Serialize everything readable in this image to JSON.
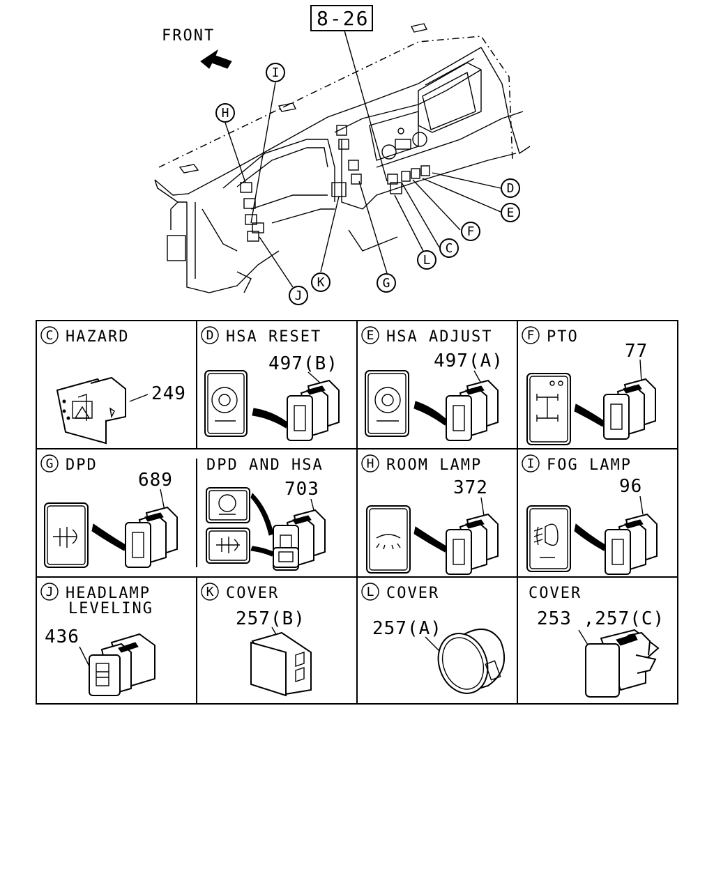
{
  "top": {
    "ref_box": "8-26",
    "front_label": "FRONT",
    "callouts": [
      "I",
      "H",
      "D",
      "E",
      "F",
      "C",
      "L",
      "G",
      "K",
      "J"
    ]
  },
  "panels": [
    {
      "letter": "C",
      "title": "HAZARD",
      "part": "249"
    },
    {
      "letter": "D",
      "title": "HSA RESET",
      "part": "497(B)"
    },
    {
      "letter": "E",
      "title": "HSA ADJUST",
      "part": "497(A)"
    },
    {
      "letter": "F",
      "title": "PTO",
      "part": "77"
    },
    {
      "letter": "G",
      "title": "DPD",
      "part": "689"
    },
    {
      "letter": "",
      "title": "DPD AND HSA",
      "part": "703"
    },
    {
      "letter": "H",
      "title": "ROOM LAMP",
      "part": "372"
    },
    {
      "letter": "I",
      "title": "FOG LAMP",
      "part": "96"
    },
    {
      "letter": "J",
      "title": "HEADLAMP",
      "title2": "LEVELING",
      "part": "436"
    },
    {
      "letter": "K",
      "title": "COVER",
      "part": "257(B)"
    },
    {
      "letter": "L",
      "title": "COVER",
      "part": "257(A)"
    },
    {
      "letter": "",
      "title": "COVER",
      "part": "253 ,257(C)"
    }
  ]
}
